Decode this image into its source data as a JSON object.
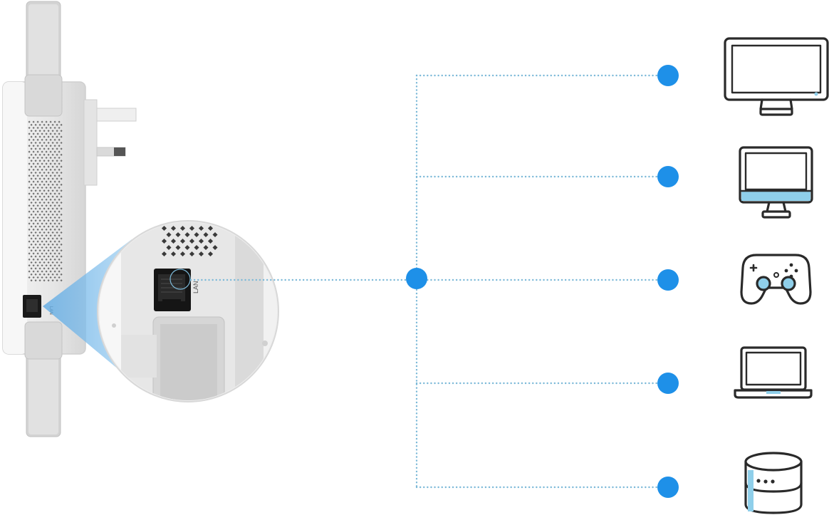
{
  "device": {
    "name": "range-extender",
    "port_label_small": "LAN",
    "port_label_zoom": "LAN"
  },
  "colors": {
    "node": "#1E90E8",
    "dotted_line": "#7CB9D8",
    "icon_stroke": "#2A2A2A",
    "icon_accent": "#8FCFEA",
    "device_body": "#E9E9E9",
    "magnifier_beam": "#6FB6E8"
  },
  "connected_devices": [
    {
      "name": "smart-tv",
      "icon": "monitor-icon"
    },
    {
      "name": "desktop",
      "icon": "desktop-icon"
    },
    {
      "name": "game-console",
      "icon": "gamepad-icon"
    },
    {
      "name": "laptop",
      "icon": "laptop-icon"
    },
    {
      "name": "network-storage",
      "icon": "database-icon"
    }
  ]
}
